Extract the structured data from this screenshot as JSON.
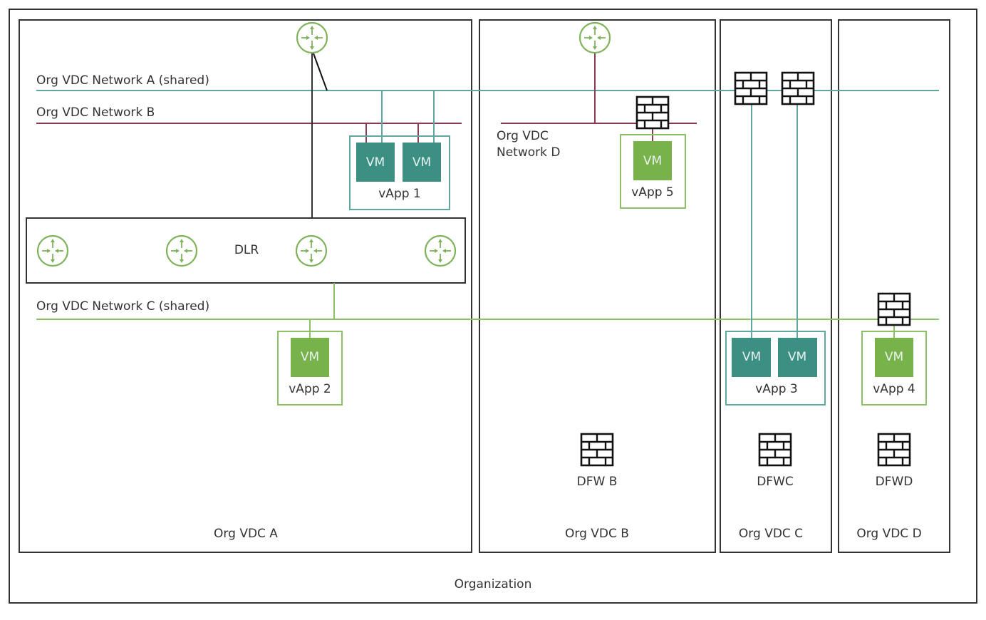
{
  "colors": {
    "border": "#333333",
    "network_a": "#5fa8a0",
    "network_b": "#8a3a52",
    "network_c": "#8cc063",
    "network_d": "#8a3a52",
    "vm_teal": "#3c8f83",
    "vm_green": "#78b24a",
    "vapp_teal_border": "#5fa8a0",
    "vapp_green_border": "#8cc063",
    "router": "#7fb25a",
    "uplink": "#333333"
  },
  "organization": {
    "label": "Organization"
  },
  "vdcs": [
    {
      "id": "a",
      "label": "Org VDC A"
    },
    {
      "id": "b",
      "label": "Org VDC B"
    },
    {
      "id": "c",
      "label": "Org VDC C"
    },
    {
      "id": "d",
      "label": "Org VDC D"
    }
  ],
  "networks": {
    "a": {
      "label": "Org VDC Network A (shared)"
    },
    "b": {
      "label": "Org VDC Network B"
    },
    "c": {
      "label": "Org VDC Network C (shared)"
    },
    "d": {
      "label_line1": "Org VDC",
      "label_line2": "Network D"
    }
  },
  "dlr": {
    "label": "DLR",
    "router_icon": "router-icon"
  },
  "vapps": [
    {
      "id": "1",
      "label": "vApp 1",
      "vms": [
        "VM",
        "VM"
      ]
    },
    {
      "id": "2",
      "label": "vApp 2",
      "vms": [
        "VM"
      ]
    },
    {
      "id": "3",
      "label": "vApp 3",
      "vms": [
        "VM",
        "VM"
      ]
    },
    {
      "id": "4",
      "label": "vApp 4",
      "vms": [
        "VM"
      ]
    },
    {
      "id": "5",
      "label": "vApp 5",
      "vms": [
        "VM"
      ]
    }
  ],
  "firewalls": {
    "dfw_b": "DFW B",
    "dfw_c": "DFWC",
    "dfw_d": "DFWD",
    "icon": "firewall-icon"
  }
}
